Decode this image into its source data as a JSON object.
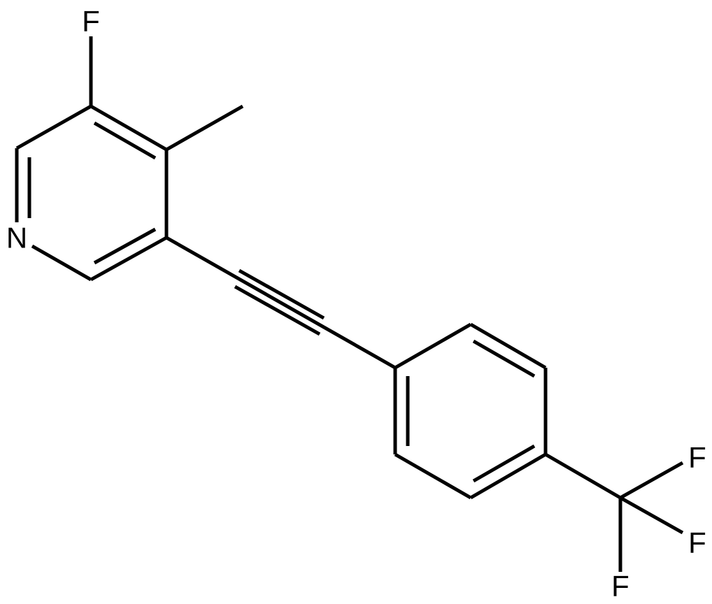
{
  "molecule": {
    "atoms": {
      "n1": "N",
      "f_pyridine": "F",
      "f_cf3_a": "F",
      "f_cf3_b": "F",
      "f_cf3_c": "F"
    }
  }
}
